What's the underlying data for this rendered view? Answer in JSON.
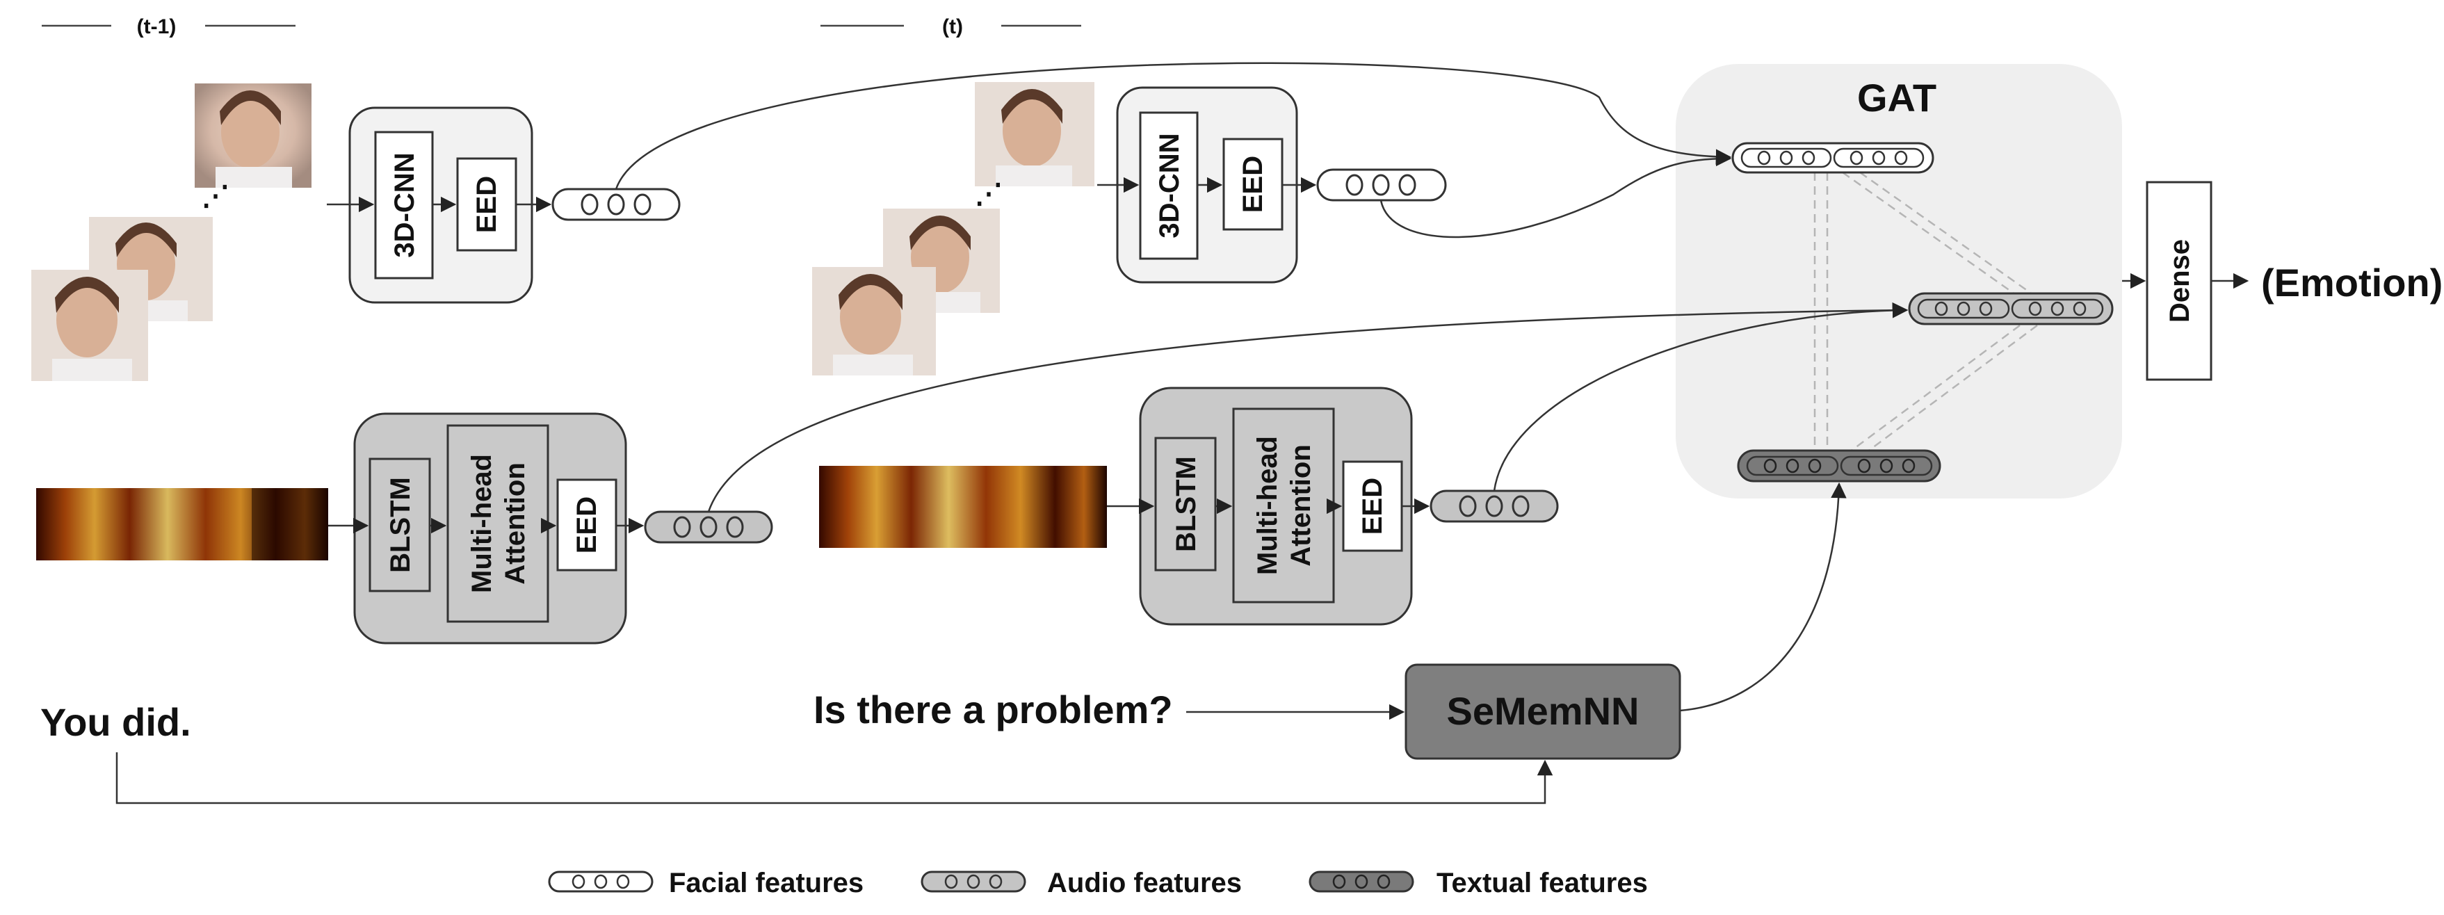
{
  "time": {
    "prev": "(t-1)",
    "curr": "(t)"
  },
  "blocks": {
    "cnn": "3D-CNN",
    "eed": "EED",
    "blstm": "BLSTM",
    "mha_line1": "Multi-head",
    "mha_line2": "Attention",
    "gat": "GAT",
    "dense": "Dense",
    "sememnn": "SeMemNN"
  },
  "output_label": "(Emotion)",
  "utterances": {
    "prev": "You did.",
    "curr": "Is there a problem?"
  },
  "legend": {
    "facial": "Facial features",
    "audio": "Audio features",
    "textual": "Textual features"
  },
  "colors": {
    "facial_fill": "#ffffff",
    "audio_fill": "#c4c4c4",
    "textual_fill": "#7a7a7a",
    "visual_block": "#f2f2f2",
    "audio_block": "#c9c9c9",
    "gat_panel": "#efefef"
  }
}
